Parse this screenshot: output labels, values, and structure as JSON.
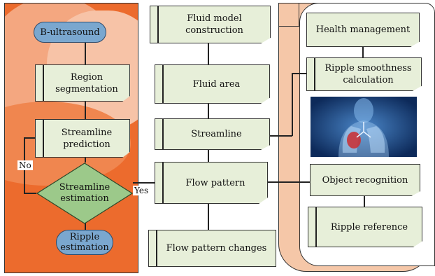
{
  "left_flow": {
    "start": "B-ultrasound",
    "region_segmentation": "Region segmentation",
    "streamline_prediction": "Streamline prediction",
    "decision": "Streamline estimation",
    "no_label": "No",
    "end": "Ripple estimation"
  },
  "middle_flow": {
    "fluid_model": "Fluid model construction",
    "fluid_area": "Fluid area",
    "streamline": "Streamline",
    "flow_pattern": "Flow pattern",
    "yes_label": "Yes",
    "flow_pattern_changes": "Flow pattern changes"
  },
  "right_flow": {
    "health_management": "Health management",
    "ripple_smoothness": "Ripple smoothness calculation",
    "lungs_image": "lungs-illustration",
    "object_recognition": "Object recognition",
    "ripple_reference": "Ripple reference"
  },
  "colors": {
    "box_fill": "#e7efd9",
    "pill_fill": "#7aa7cf",
    "diamond_fill": "#9cc98a",
    "left_panel": "#ec6b2d",
    "right_panel": "#f5c7a8"
  }
}
